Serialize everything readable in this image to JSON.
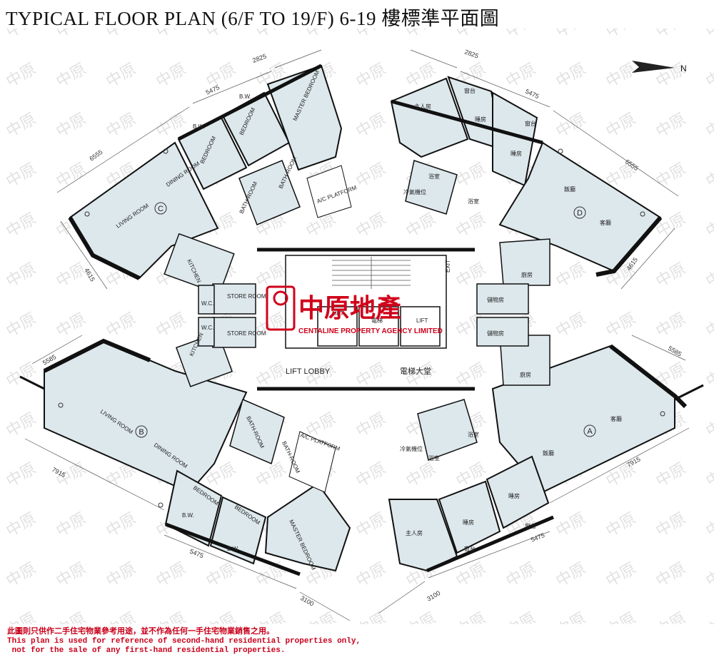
{
  "title": "TYPICAL FLOOR PLAN (6/F TO 19/F) 6-19 樓標準平面圖",
  "north": "N",
  "units": [
    "A",
    "B",
    "C",
    "D"
  ],
  "dimensions": {
    "c_top": "2825",
    "c_mid": "5475",
    "c_left": "6555",
    "c_bot": "4615",
    "d_top": "2825",
    "d_mid": "5475",
    "d_right": "6555",
    "d_bot": "4615",
    "b_top": "5585",
    "b_left": "7915",
    "b_bot": "5475",
    "b_btm": "3100",
    "a_top": "5585",
    "a_right": "7915",
    "a_bot": "5475",
    "a_btm": "3100"
  },
  "rooms": {
    "c_living": "LIVING ROOM",
    "c_dining": "DINING ROOM",
    "c_bed1": "BEDROOM",
    "c_bed2": "BEDROOM",
    "c_master": "MASTER BEDROOM",
    "c_bw1": "B.W.",
    "c_bw2": "B.W.",
    "c_bath1": "BATH-ROOM",
    "c_bath2": "BATH-ROOM",
    "c_ac": "A/C PLATFORM",
    "c_kitchen": "KITCHEN",
    "c_store": "STORE ROOM",
    "c_wc": "W.C.",
    "b_living": "LIVING ROOM",
    "b_dining": "DINING ROOM",
    "b_bed1": "BEDROOM",
    "b_bed2": "BEDROOM",
    "b_master": "MASTER BEDROOM",
    "b_bw1": "B.W.",
    "b_bw2": "B.W.",
    "b_bath1": "BATH-ROOM",
    "b_bath2": "BATH-ROOM",
    "b_ac": "A/C PLATFORM",
    "b_kitchen": "KITCHEN",
    "b_store": "STORE ROOM",
    "b_wc": "W.C.",
    "d_master": "主人房",
    "d_bed1": "睡房",
    "d_bed2": "睡房",
    "d_dining": "飯廳",
    "d_living": "客廳",
    "d_kitchen": "廚房",
    "d_store": "儲物房",
    "d_bw1": "窗台",
    "d_bw2": "窗台",
    "d_bath1": "浴室",
    "d_bath2": "浴室",
    "d_ac": "冷氣機位",
    "a_master": "主人房",
    "a_bed1": "睡房",
    "a_bed2": "睡房",
    "a_dining": "飯廳",
    "a_living": "客廳",
    "a_kitchen": "廚房",
    "a_store": "儲物房",
    "a_bw1": "窗台",
    "a_bw2": "窗台",
    "a_bath1": "浴室",
    "a_bath2": "浴室",
    "a_ac": "冷氣機位"
  },
  "core": {
    "lift_lobby_en": "LIFT LOBBY",
    "lift_lobby_cn": "電梯大堂",
    "exit": "EXIT",
    "lift": "LIFT",
    "lift_cn": "電梯"
  },
  "logo": {
    "chinese": "中原地產",
    "english": "CENTALINE PROPERTY AGENCY LIMITED",
    "color": "#d0021b"
  },
  "disclaimer": [
    "此圖則只供作二手住宅物業參考用途，並不作為任何一手住宅物業銷售之用。",
    "This plan is used for reference of second-hand residential properties only,",
    " not for the sale of any first-hand residential properties."
  ]
}
